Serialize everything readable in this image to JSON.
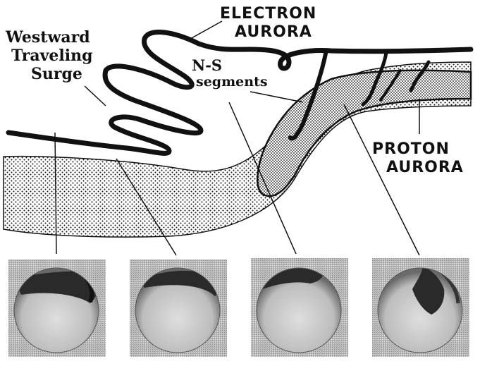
{
  "labels": {
    "westward_line1": "Westward",
    "westward_line2": "Traveling",
    "westward_line3": "Surge",
    "electron_line1": "ELECTRON",
    "electron_line2": "AURORA",
    "ns_line1": "N-S",
    "ns_line2": "segments",
    "proton_line1": "PROTON",
    "proton_line2": "AURORA"
  },
  "colors": {
    "ink": "#111111",
    "background": "#ffffff",
    "photo_background": "#b8b8b8",
    "sky_disc": "#d0d0d0",
    "aurora_dark": "#2a2a2a"
  },
  "icons": [
    "electron-aurora-band",
    "proton-aurora-stipple-band",
    "all-sky-camera-photo"
  ]
}
